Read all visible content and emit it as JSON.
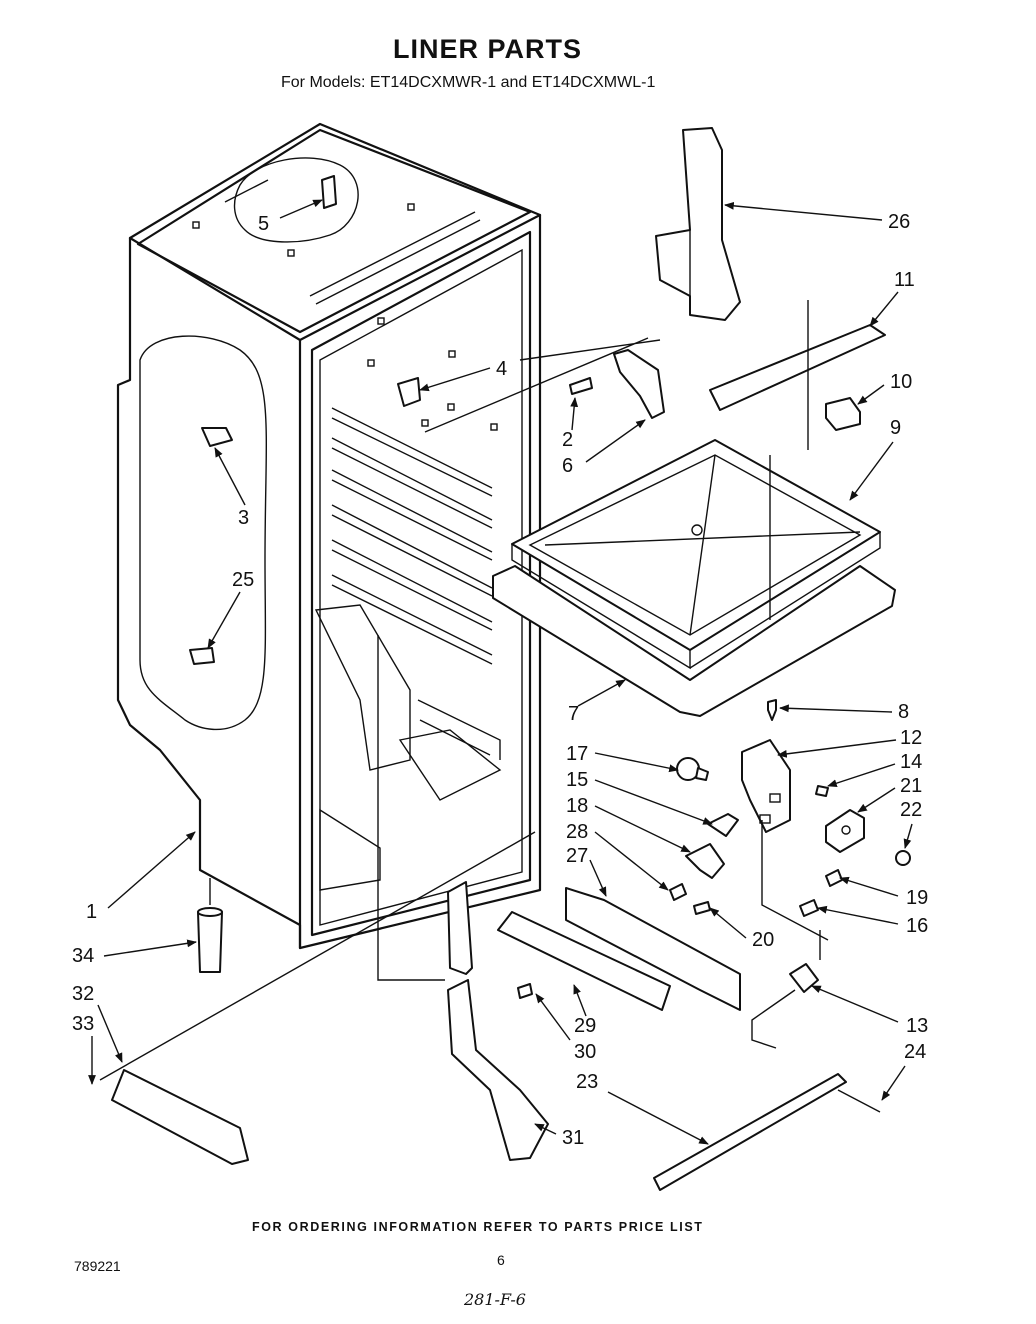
{
  "title": "LINER PARTS",
  "subtitle": {
    "prefix": "For Models:",
    "model_1": "ET14DCXMWR-1",
    "conjunction": "and",
    "model_2": "ET14DCXMWL-1"
  },
  "footer_note": "FOR ORDERING INFORMATION REFER TO PARTS PRICE LIST",
  "document_number": "789221",
  "page_number": "6",
  "handwritten_ref": "281-F-6",
  "callouts": [
    "1",
    "2",
    "3",
    "4",
    "5",
    "6",
    "7",
    "8",
    "9",
    "10",
    "11",
    "12",
    "13",
    "14",
    "15",
    "16",
    "17",
    "18",
    "19",
    "20",
    "21",
    "22",
    "23",
    "24",
    "25",
    "26",
    "27",
    "28",
    "29",
    "30",
    "31",
    "32",
    "33",
    "34"
  ]
}
